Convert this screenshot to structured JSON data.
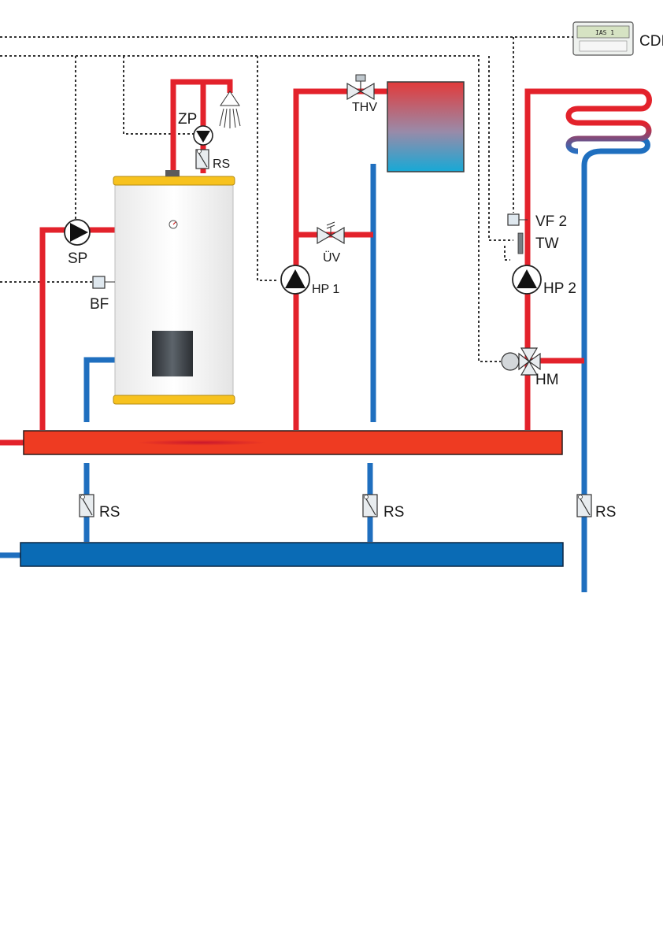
{
  "labels": {
    "cdi": "CDI",
    "controller_display": "IAS 1",
    "thv": "THV",
    "zp": "ZP",
    "rs_top": "RS",
    "sp": "SP",
    "bf": "BF",
    "uv": "ÜV",
    "hp1": "HP 1",
    "vf2": "VF 2",
    "tw": "TW",
    "hp2": "HP 2",
    "hm": "HM",
    "rs_left": "RS",
    "rs_mid": "RS",
    "rs_right": "RS"
  },
  "colors": {
    "supply": "#e3222b",
    "return": "#1f6fbf",
    "header_supply": "#ee3b22",
    "header_return": "#0a6bb5",
    "tank_trim": "#f7c21e",
    "control_line": "#333333"
  },
  "icons": [
    "pump-icon",
    "valve-icon",
    "shower-icon",
    "sensor-icon",
    "controller-icon",
    "radiator-icon",
    "floor-coil-icon"
  ]
}
